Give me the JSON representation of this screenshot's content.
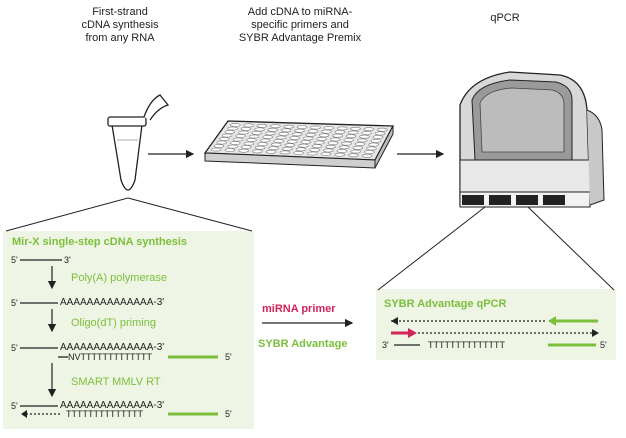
{
  "steps": {
    "step1": [
      "First-strand",
      "cDNA synthesis",
      "from any RNA"
    ],
    "step2": [
      "Add cDNA to miRNA-",
      "specific primers and",
      "SYBR Advantage Premix"
    ],
    "step3": "qPCR"
  },
  "left_panel": {
    "title": "Mir-X single-step cDNA synthesis",
    "polyA_label": "Poly(A) polymerase",
    "oligo_label": "Oligo(dT) priming",
    "smart_label": "SMART MMLV RT",
    "row1_5": "5'",
    "row1_3": "3'",
    "row2_5": "5'",
    "row2_seq": "AAAAAAAAAAAAAA-3'",
    "row3_5": "5'",
    "row3_seq": "AAAAAAAAAAAAAA-3'",
    "row3b_seq": "NVTTTTTTTTTTTTT",
    "row3b_5": "5'",
    "row4_5": "5'",
    "row4_seq": "AAAAAAAAAAAAAA-3'",
    "row4b_seq": "TTTTTTTTTTTTTT",
    "row4b_5": "5'"
  },
  "middle": {
    "primer_label": "miRNA primer",
    "sybr_label": "SYBR Advantage"
  },
  "right_panel": {
    "title": "SYBR Advantage qPCR",
    "left_3": "3'",
    "seq": "TTTTTTTTTTTTTT",
    "right_5": "5'"
  },
  "colors": {
    "green": "#7bbf3d",
    "red": "#d1245a",
    "panel": "#eff5e4"
  }
}
